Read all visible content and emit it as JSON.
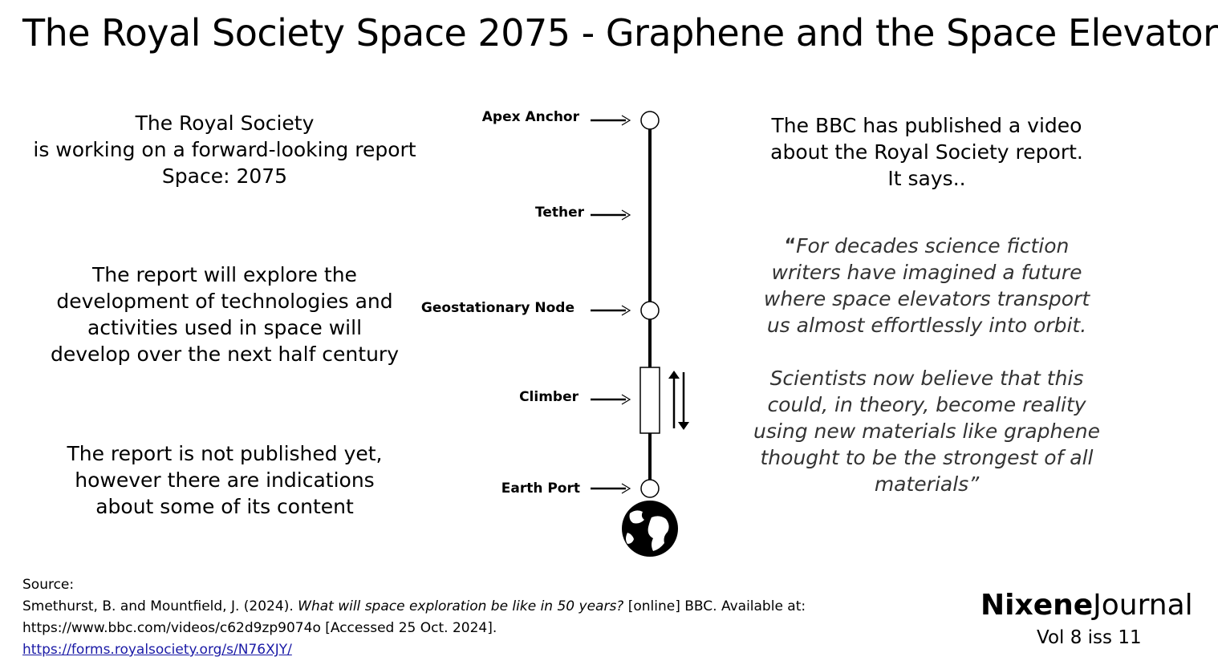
{
  "title": "The Royal Society Space 2075 -  Graphene and the Space Elevator",
  "left": {
    "intro": [
      "The Royal Society",
      "is working on a forward-looking report",
      "Space: 2075"
    ],
    "explore": [
      "The report will explore the",
      "development of technologies and",
      "activities used in space will",
      "develop over the next half century"
    ],
    "notice": [
      "The report is not published yet,",
      "however there are indications",
      "about some of its content"
    ]
  },
  "diagram": {
    "labels": {
      "apex": "Apex Anchor",
      "tether": "Tether",
      "geo": "Geostationary Node",
      "climber": "Climber",
      "earth": "Earth Port"
    },
    "icons": {
      "earth": "globe-icon",
      "climber_motion": "up-down-arrows-icon"
    }
  },
  "right": {
    "intro": [
      "The BBC has published a video",
      "about the Royal Society report.",
      "It says.."
    ],
    "quote_mark": "“",
    "quote1": [
      "For decades science fiction",
      "writers have imagined a future",
      "where space elevators transport",
      "us almost effortlessly into orbit."
    ],
    "quote2": [
      "Scientists now believe that this",
      "could, in theory, become reality",
      "using new materials like graphene",
      "thought to be the strongest of all",
      "materials”"
    ]
  },
  "source": {
    "heading": "Source:",
    "citation_pre": "Smethurst, B. and Mountfield, J. (2024). ",
    "citation_title": "What will space exploration be like in 50 years?",
    "citation_post": " [online] BBC. Available at:",
    "citation_url_line": "https://www.bbc.com/videos/c62d9zp9074o [Accessed 25 Oct. 2024].",
    "link": "https://forms.royalsociety.org/s/N76XJY/"
  },
  "brand": {
    "bold": "Nixene",
    "light": "Journal",
    "issue": "Vol 8  iss 11"
  }
}
